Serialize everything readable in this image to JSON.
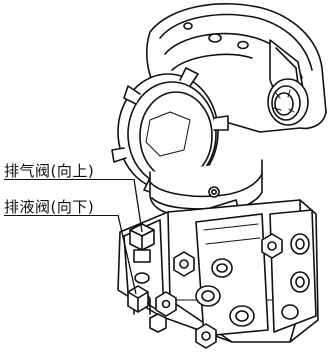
{
  "callouts": [
    {
      "id": "vent-valve",
      "text": "排气阀(向上)"
    },
    {
      "id": "drain-valve",
      "text": "排液阀(向下)"
    }
  ]
}
